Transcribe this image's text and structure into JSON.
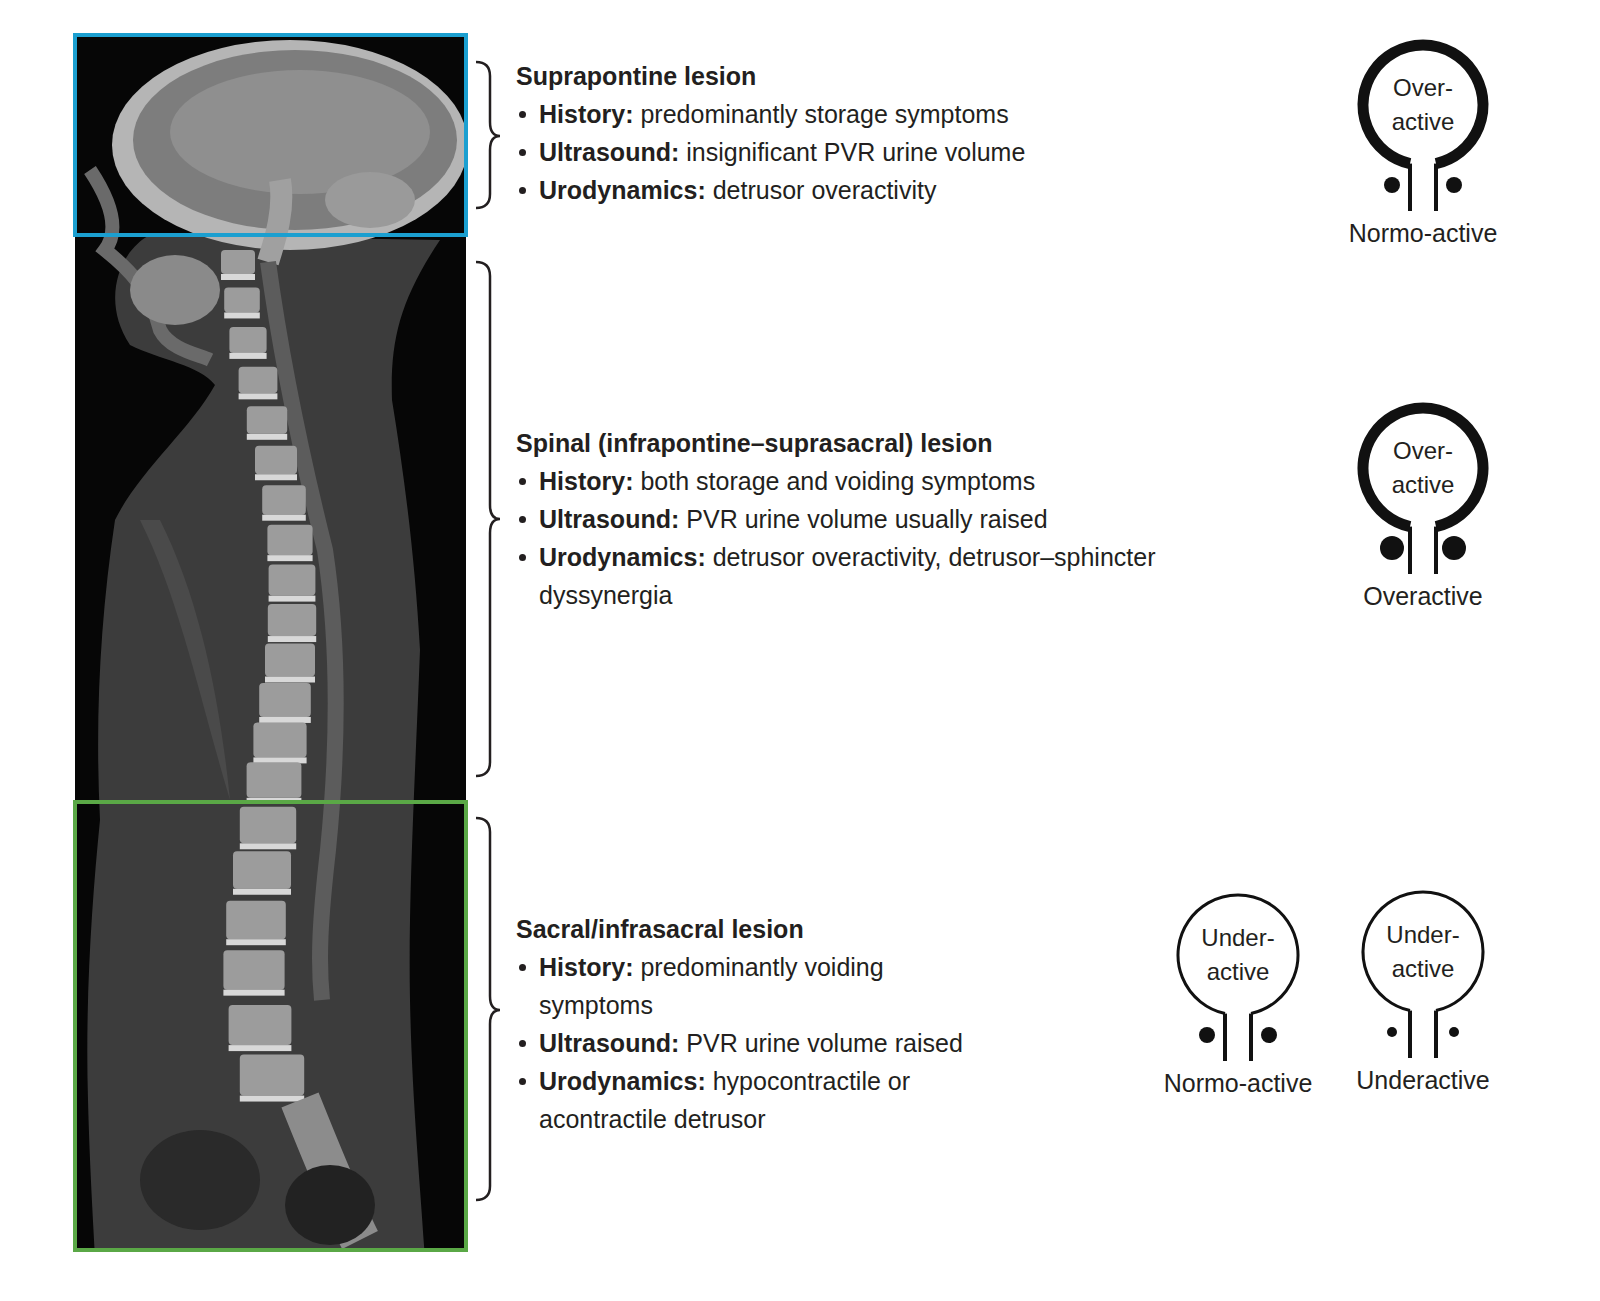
{
  "diagram": {
    "nodes": [
      {
        "text": [
          "Over- active",
          "Normo-active"
        ]
      },
      {
        "text": [
          "Over- active",
          "Overactive"
        ]
      },
      {
        "text": [
          "Under- active",
          "Normo-active"
        ]
      },
      {
        "text": [
          "Under- active",
          "Underactive"
        ]
      }
    ],
    "labels": [
      "Suprapontine lesion",
      "History:",
      "predominantly storage symptoms",
      "Ultrasound:",
      "insignificant PVR urine volume",
      "Urodynamics:",
      "detrusor overactivity",
      "Spinal (infrapontine–suprasacral) lesion",
      "History:",
      "both storage and voiding symptoms",
      "Ultrasound:",
      "PVR urine volume usually raised",
      "Urodynamics:",
      "detrusor overactivity, detrusor–sphincter dyssynergia",
      "Sacral/infrasacral lesion",
      "History:",
      "predominantly voiding symptoms",
      "Ultrasound:",
      "PVR urine volume raised",
      "Urodynamics:",
      "hypocontractile or acontractile detrusor"
    ]
  }
}
